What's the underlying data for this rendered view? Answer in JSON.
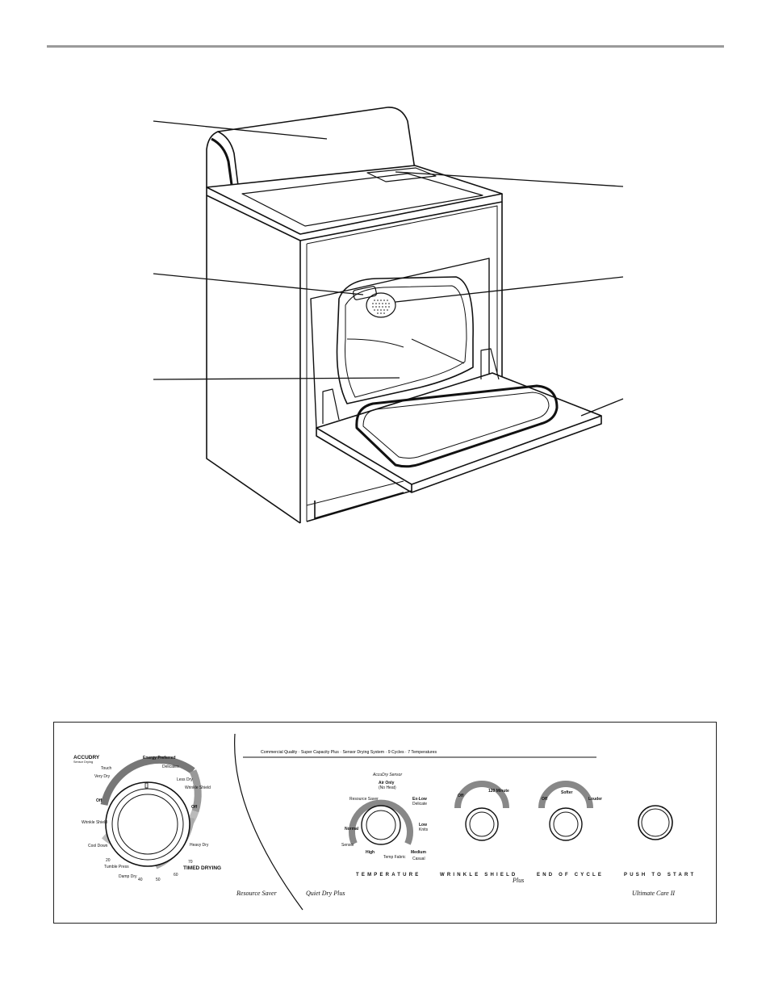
{
  "panel": {
    "tagline": "Commercial Quality · Super Capacity Plus · Sensor Drying System · 9 Cycles · 7 Temperatures",
    "accudry": {
      "title": "ACCUDRY",
      "subtitle": "Sensor Drying",
      "timed_label": "TIMED DRYING",
      "dial_labels": {
        "energy_preferred": "Energy Preferred",
        "delicates": "Delicates",
        "less_dry": "Less Dry",
        "wrinkle_shield_right": "Wrinkle Shield",
        "off_right": "Off",
        "heavy_dry": "Heavy Dry",
        "very_dry": "Very Dry",
        "touch": "Touch",
        "off_left": "Off",
        "wrinkle_shield_left": "Wrinkle Shield",
        "cool_down": "Cool Down",
        "tumble_press": "Tumble Press",
        "damp_dry": "Damp Dry",
        "t20": "20",
        "t40": "40",
        "t50": "50",
        "t60": "60",
        "t70": "70"
      }
    },
    "temperature": {
      "sensor_title": "AccuDry Sensor",
      "air_only": "Air Only",
      "no_heat": "(No Heat)",
      "ex_low": "Ex-Low",
      "delicate": "Delicate",
      "resource_saver": "Resource Saver",
      "low": "Low",
      "knits": "Knits",
      "normal": "Normal",
      "sensor": "Sensor",
      "high": "High",
      "temp_fabric": "Temp Fabric",
      "medium": "Medium",
      "casual": "Casual",
      "label": "TEMPERATURE"
    },
    "wrinkle_shield": {
      "off": "Off",
      "minutes": "120 Minute",
      "label": "WRINKLE SHIELD",
      "plus": "Plus"
    },
    "end_of_cycle": {
      "off": "Off",
      "softer": "Softer",
      "louder": "Louder",
      "label": "END OF CYCLE"
    },
    "push_to_start": {
      "label": "PUSH TO START"
    },
    "resource_saver": "Resource Saver",
    "quiet_dry_plus": "Quiet Dry Plus",
    "ultimate_care": "Ultimate Care II"
  }
}
